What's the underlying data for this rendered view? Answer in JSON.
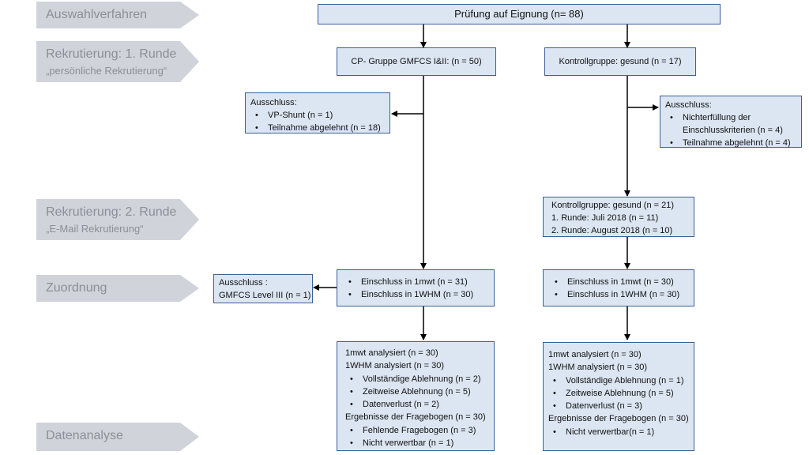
{
  "stages": {
    "auswahl": {
      "title": "Auswahlverfahren"
    },
    "runde1": {
      "title": "Rekrutierung: 1. Runde",
      "subtitle": "„persönliche Rekrutierung“"
    },
    "runde2": {
      "title": "Rekrutierung: 2. Runde",
      "subtitle": "„E-Mail Rekrutierung“"
    },
    "zuordnung": {
      "title": "Zuordnung"
    },
    "analyse": {
      "title": "Datenanalyse"
    }
  },
  "boxes": {
    "eignung": "Prüfung auf Eignung (n= 88)",
    "cp_gruppe": "CP- Gruppe GMFCS I&II: (n = 50)",
    "kontroll1": "Kontrollgruppe: gesund (n = 17)",
    "ausschluss_cp": {
      "title": "Ausschluss:",
      "items": [
        "VP-Shunt (n = 1)",
        "Teilnahme abgelehnt (n = 18)"
      ]
    },
    "ausschluss_kontroll": {
      "title": "Ausschluss:",
      "items": [
        "Nichterfüllung der Einschlusskriterien (n = 4)",
        "Teilnahme abgelehnt (n = 4)"
      ]
    },
    "kontroll2": {
      "lines": [
        "Kontrollgruppe: gesund (n = 21)",
        "1. Runde: Juli 2018 (n = 11)",
        "2. Runde: August 2018 (n = 10)"
      ]
    },
    "ausschluss_gmfcs": {
      "lines": [
        "Ausschluss :",
        "GMFCS Level III (n = 1)"
      ]
    },
    "einschluss_cp": {
      "items": [
        "Einschluss in 1mwt (n = 31)",
        "Einschluss in 1WHM (n = 30)"
      ]
    },
    "einschluss_kontroll": {
      "items": [
        "Einschluss in 1mwt (n = 30)",
        "Einschluss in 1WHM (n = 30)"
      ]
    },
    "analyse_cp": {
      "line1": "1mwt analysiert (n = 30)",
      "line2": "1WHM analysiert (n = 30)",
      "items1": [
        "Vollständige Ablehnung (n = 2)",
        "Zeitweise Ablehnung (n = 5)",
        "Datenverlust (n = 2)"
      ],
      "line3": "Ergebnisse der Fragebogen (n = 30)",
      "items2": [
        "Fehlende Fragebogen (n = 3)",
        "Nicht verwertbar (n = 1)"
      ]
    },
    "analyse_kontroll": {
      "line1": "1mwt analysiert (n = 30)",
      "line2": "1WHM analysiert (n = 30)",
      "items1": [
        "Vollständige Ablehnung (n = 1)",
        "Zeitweise Ablehnung (n = 5)",
        "Datenverlust (n = 3)"
      ],
      "line3": "Ergebnisse der Fragebogen (n = 30)",
      "items2": [
        "Nicht verwertbar(n = 1)"
      ]
    }
  },
  "colors": {
    "box_fill": "#dce6f2",
    "box_border": "#3b5f98",
    "stage_fill": "#d0d3da",
    "stage_text": "#8a8f99",
    "arrow": "#000000"
  }
}
